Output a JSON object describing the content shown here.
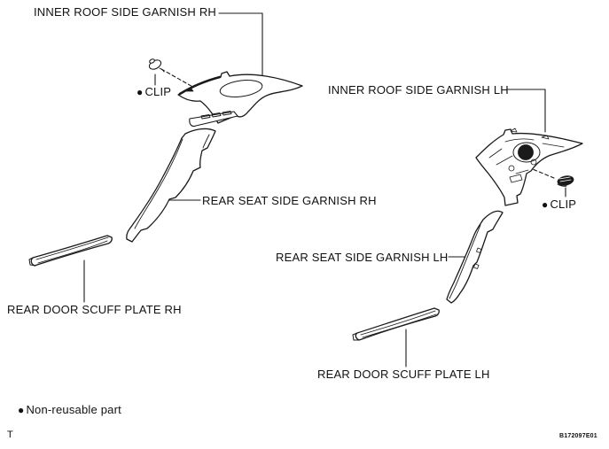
{
  "diagram": {
    "labels": {
      "inner_roof_rh": "INNER ROOF SIDE GARNISH RH",
      "inner_roof_lh": "INNER ROOF SIDE GARNISH LH",
      "rear_seat_rh": "REAR SEAT SIDE GARNISH RH",
      "rear_seat_lh": "REAR SEAT SIDE GARNISH LH",
      "scuff_rh": "REAR DOOR SCUFF PLATE RH",
      "scuff_lh": "REAR DOOR SCUFF PLATE LH",
      "clip": "CLIP",
      "bullet": "●"
    },
    "legend": {
      "bullet": "●",
      "text": "Non-reusable part"
    },
    "footer": {
      "left": "T",
      "code": "B172097E01"
    },
    "colors": {
      "line": "#1a1a1a",
      "background": "#ffffff"
    }
  }
}
